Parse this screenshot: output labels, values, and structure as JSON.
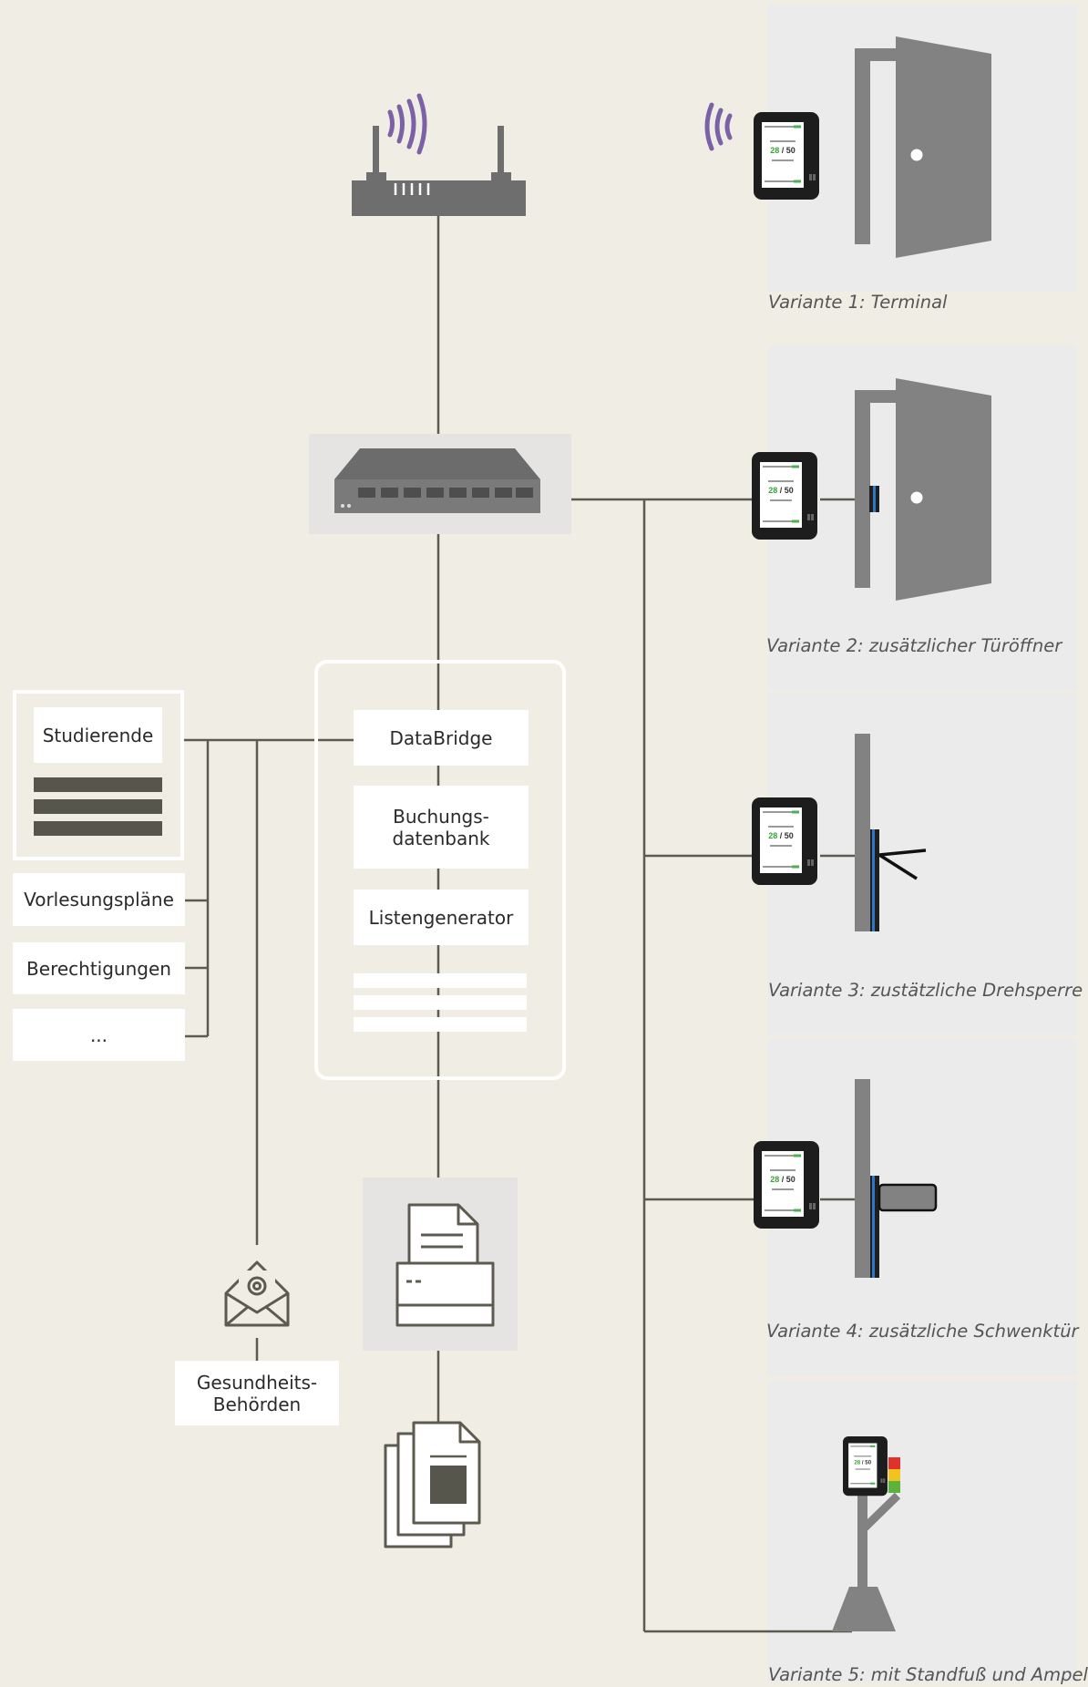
{
  "sources": {
    "studierende": "Studierende",
    "vorlesungsplaene": "Vorlesungspläne",
    "berechtigungen": "Berechtigungen",
    "more": "..."
  },
  "server": {
    "databridge": "DataBridge",
    "buchungsdatenbank": "Buchungs-\ndatenbank",
    "listengenerator": "Listengenerator"
  },
  "health_authorities": "Gesundheits-\nBehörden",
  "terminal_screen": {
    "count": "28 / 50"
  },
  "variants": [
    "Variante 1: Terminal",
    "Variante 2: zusätzlicher Türöffner",
    "Variante 3: zustätzliche Drehsperre",
    "Variante 4: zusätzliche Schwenktür",
    "Variante 5: mit Standfuß und Ampel"
  ],
  "colors": {
    "background": "#f0eee4",
    "panel": "#ebebeb",
    "line": "#5d5b50",
    "device_gray": "#828282",
    "wifi_purple": "#7b62a8",
    "accent_blue": "#2d78c8",
    "dark_block": "#57564c",
    "traffic_red": "#e0322d",
    "traffic_yellow": "#f1c31f",
    "traffic_green": "#5ab43c"
  }
}
